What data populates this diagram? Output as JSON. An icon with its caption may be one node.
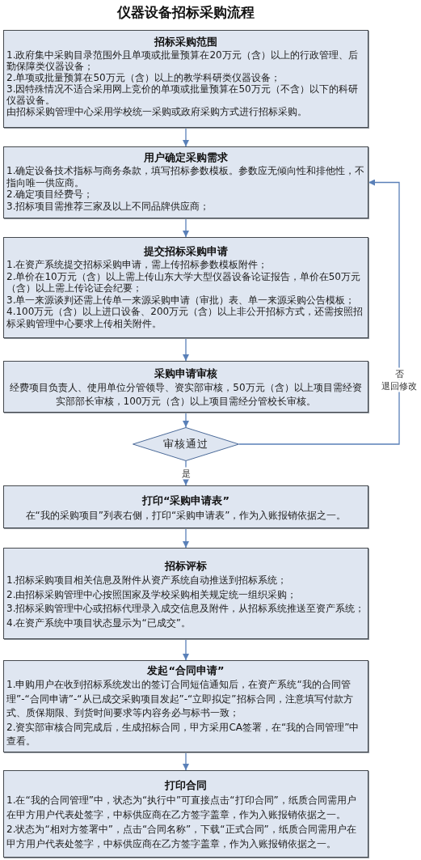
{
  "diagram": {
    "title": "仪器设备招标采购流程",
    "nodes": [
      {
        "text": [
          "招标采购范围",
          "1.政府集中采购目录范围外且单项或批量预算在20万元（含）以上的行政管理、后勤保障类仪器设备；",
          "2.单项或批量预算在50万元（含）以上的教学科研类仪器设备；",
          "3.因特殊情况不适合采用网上竞价的单项或批量预算在50万元（不含）以下的科研仪器设备。",
          "由招标采购管理中心采用学校统一采购或政府采购方式进行招标采购。"
        ]
      },
      {
        "text": [
          "用户确定采购需求",
          "1.确定设备技术指标与商务条款，填写招标参数模板。参数应无倾向性和排他性，不指向唯一供应商。",
          "2.确定项目经费号；",
          "3.招标项目需推荐三家及以上不同品牌供应商；"
        ]
      },
      {
        "text": [
          "提交招标采购申请",
          "1.在资产系统提交招标采购申请，需上传招标参数模板附件；",
          "2.单价在10万元（含）以上需上传山东大学大型仪器设备论证报告，单价在50万元（含）以上需上传论证会纪要；",
          "3.单一来源谈判还需上传单一来源采购申请（审批）表、单一来源采购公告模板；",
          "4.100万元（含）以上进口设备、200万元（含）以上非公开招标方式，还需按照招标采购管理中心要求上传相关附件。"
        ]
      },
      {
        "text": [
          "采购申请审核",
          "经费项目负责人、使用单位分管领导、资实部审核，50万元（含）以上项目需经资实部部长审核，100万元（含）以上项目需经分管校长审核。"
        ]
      },
      {
        "text": [
          "审核通过"
        ]
      },
      {
        "text": [
          "打印“采购申请表”",
          "在“我的采购项目”列表右侧，打印“采购申请表”，作为入账报销依据之一。"
        ]
      },
      {
        "text": [
          "招标评标",
          "1.招标采购项目相关信息及附件从资产系统自动推送到招标系统；",
          "2.由招标采购管理中心按照国家及学校采购相关规定统一组织采购；",
          "3.招标采购管理中心或招标代理录入成交信息及附件，从招标系统推送至资产系统；",
          "4.在资产系统中项目状态显示为“已成交”。"
        ]
      },
      {
        "text": [
          "发起“合同申请”",
          "1.申购用户在收到招标系统发出的签订合同短信通知后，在资产系统“我的合同管理”-“合同申请”-“从已成交采购项目发起”-“立即拟定”招标合同，注意填写付款方式、质保期限、到货时间要求等内容务必与标书一致；",
          "2.资实部审核合同完成后，生成招标合同，甲方采用CA签署，在“我的合同管理”中查看。"
        ]
      },
      {
        "text": [
          "打印合同",
          "1.在“我的合同管理”中，状态为“执行中”可直接点击“打印合同”，纸质合同需用户在甲方用户代表处签字，中标供应商在乙方签字盖章，作为入账报销依据之一。",
          "2.状态为“相对方签署中”，点击“合同名称”，下载“正式合同”，纸质合同需用户在甲方用户代表处签字，中标供应商在乙方签字盖章，作为入账报销依据之一。"
        ]
      }
    ],
    "edges": [
      {
        "from": 0,
        "to": 1,
        "arrow": "to"
      },
      {
        "from": 1,
        "to": 2,
        "arrow": "to"
      },
      {
        "from": 2,
        "to": 3,
        "arrow": "to"
      },
      {
        "from": 3,
        "to": 4,
        "arrow": "to"
      },
      {
        "from": 4,
        "to": 5,
        "arrow": "to",
        "label": "是"
      },
      {
        "from": 4,
        "to": 1,
        "arrow": "to",
        "label": "否"
      },
      {
        "from": 5,
        "to": 6,
        "arrow": "to"
      },
      {
        "from": 6,
        "to": 7,
        "arrow": "to"
      },
      {
        "from": 7,
        "to": 8,
        "arrow": "to"
      }
    ],
    "labels": [
      "退回修改"
    ]
  }
}
